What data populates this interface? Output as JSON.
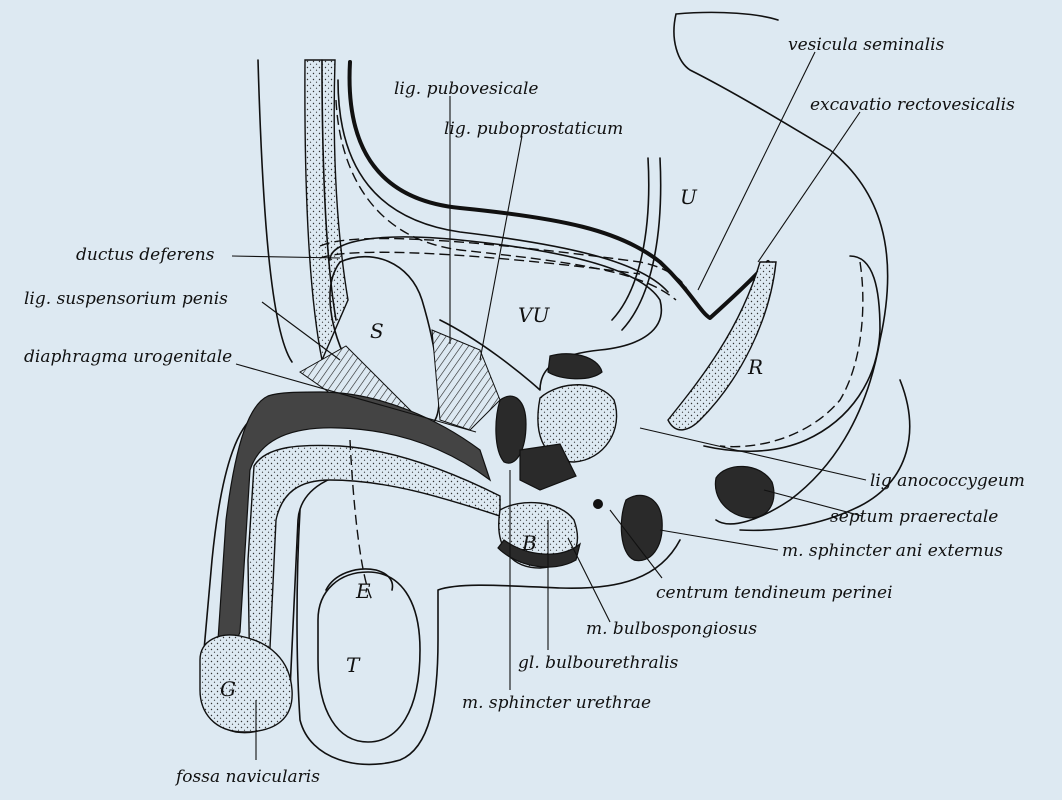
{
  "labels": {
    "vesicula_seminalis": "vesicula seminalis",
    "excavatio_rectovesicalis": "excavatio rectovesicalis",
    "lig_pubovesicale": "lig. pubovesicale",
    "lig_puboprostaticum": "lig. puboprostaticum",
    "ductus_deferens": "ductus deferens",
    "lig_suspensorium_penis": "lig. suspensorium penis",
    "diaphragma_urogenitale": "diaphragma urogenitale",
    "lig_anococcygeum": "lig anococcygeum",
    "septum_praerectale": "septum praerectale",
    "m_sphincter_ani_externus": "m. sphincter ani externus",
    "centrum_tendineum_perinei": "centrum tendineum perinei",
    "m_bulbospongiosus": "m. bulbospongiosus",
    "gl_bulbourethralis": "gl. bulbourethralis",
    "m_sphincter_urethrae": "m. sphincter urethrae",
    "fossa_navicularis": "fossa navicularis"
  },
  "letters": {
    "U": "U",
    "VU": "VU",
    "S": "S",
    "R_rectum": "R",
    "B": "B",
    "E": "E",
    "T": "T",
    "G": "G"
  }
}
